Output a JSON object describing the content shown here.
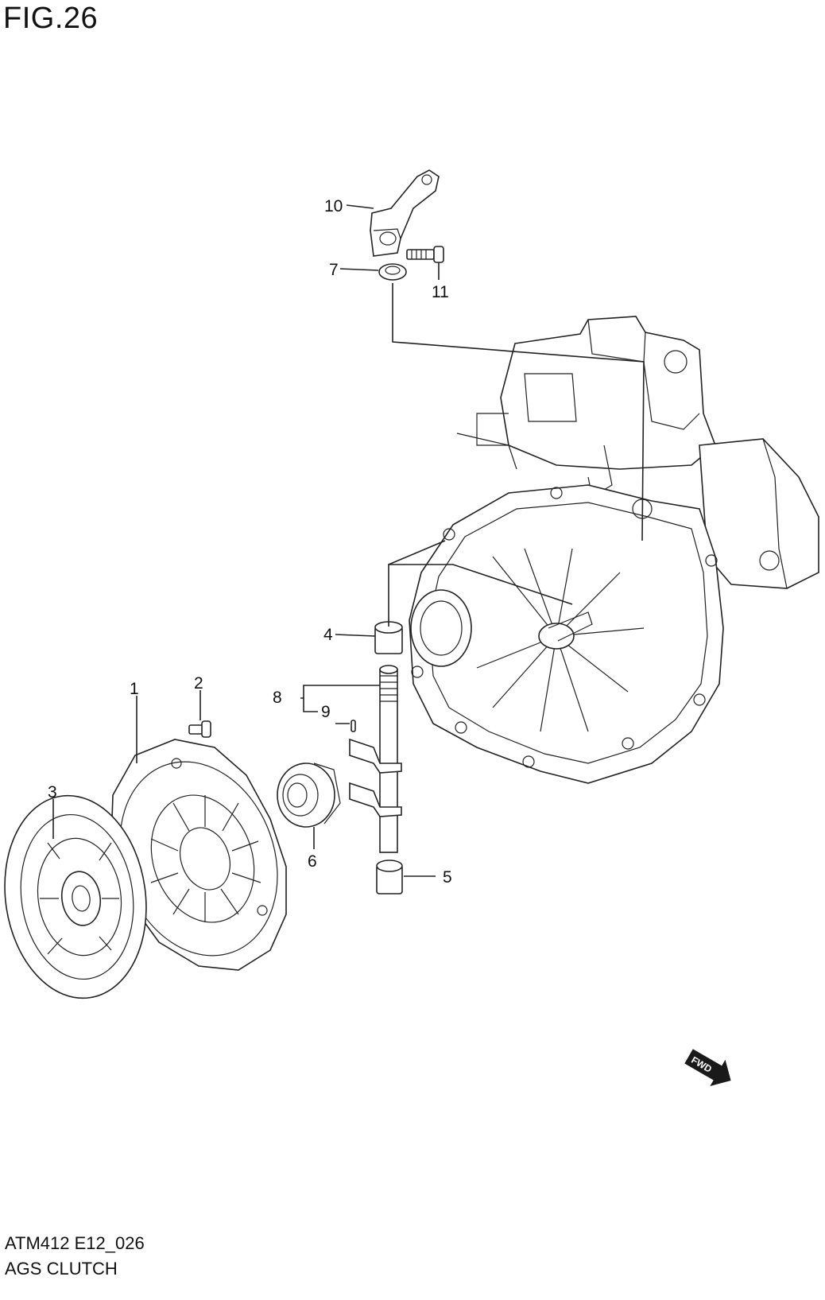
{
  "figure": {
    "title": "FIG.26",
    "code": "ATM412 E12_026",
    "name": "AGS CLUTCH"
  },
  "callouts": [
    {
      "id": "1"
    },
    {
      "id": "2"
    },
    {
      "id": "3"
    },
    {
      "id": "4"
    },
    {
      "id": "5"
    },
    {
      "id": "6"
    },
    {
      "id": "7"
    },
    {
      "id": "8"
    },
    {
      "id": "9"
    },
    {
      "id": "10"
    },
    {
      "id": "11"
    }
  ],
  "direction_badge": {
    "label": "FWD"
  }
}
